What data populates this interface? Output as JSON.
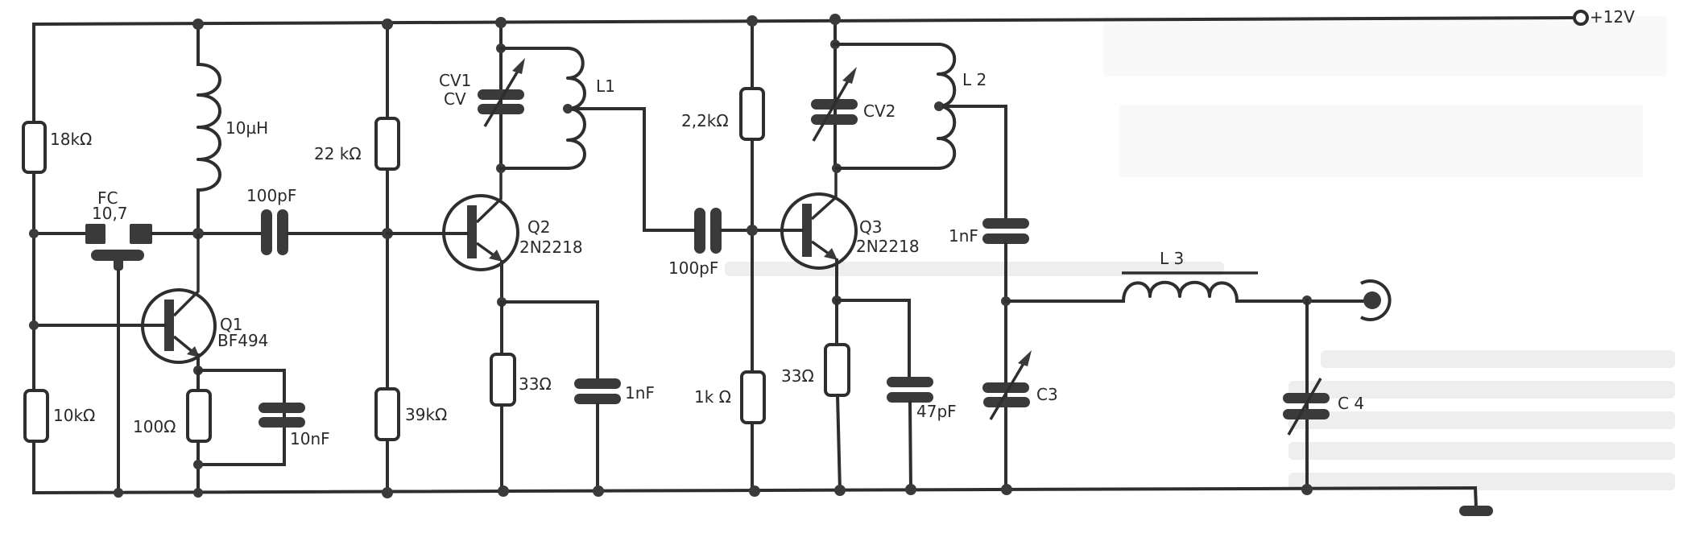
{
  "diagram": {
    "type": "circuit-schematic",
    "supply": {
      "label": "+12V"
    },
    "components": {
      "r1": {
        "ref": "R",
        "value": "18kΩ"
      },
      "r2": {
        "ref": "R",
        "value": "10kΩ"
      },
      "l0": {
        "ref": "L",
        "value": "10µH"
      },
      "fc": {
        "ref": "FC",
        "value": "10,7"
      },
      "c1": {
        "ref": "C",
        "value": "100pF"
      },
      "q1": {
        "ref": "Q1",
        "value": "BF494"
      },
      "r3": {
        "ref": "R",
        "value": "100Ω"
      },
      "c2": {
        "ref": "C",
        "value": "10nF"
      },
      "r4": {
        "ref": "R",
        "value": "22 kΩ"
      },
      "r5": {
        "ref": "R",
        "value": "39kΩ"
      },
      "cv1": {
        "ref": "CV1",
        "value": "CV"
      },
      "l1": {
        "ref": "L1"
      },
      "q2": {
        "ref": "Q2",
        "value": "2N2218"
      },
      "r6": {
        "ref": "R",
        "value": "33Ω"
      },
      "c3": {
        "ref": "C",
        "value": "1nF"
      },
      "c4": {
        "ref": "C",
        "value": "100pF"
      },
      "r7": {
        "ref": "R",
        "value": "2,2kΩ"
      },
      "r8": {
        "ref": "R",
        "value": "1k Ω"
      },
      "cv2": {
        "ref": "CV2"
      },
      "l2": {
        "ref": "L 2"
      },
      "q3": {
        "ref": "Q3",
        "value": "2N2218"
      },
      "r9": {
        "ref": "R",
        "value": "33Ω"
      },
      "c5": {
        "ref": "C",
        "value": "47pF"
      },
      "c6": {
        "ref": "C",
        "value": "1nF"
      },
      "c7": {
        "ref": "C3"
      },
      "l3": {
        "ref": "L 3"
      },
      "c8": {
        "ref": "C 4"
      }
    },
    "colors": {
      "ink": "#2e2e2e",
      "paper": "#ffffff",
      "bleed": "#e6e6e6"
    }
  }
}
